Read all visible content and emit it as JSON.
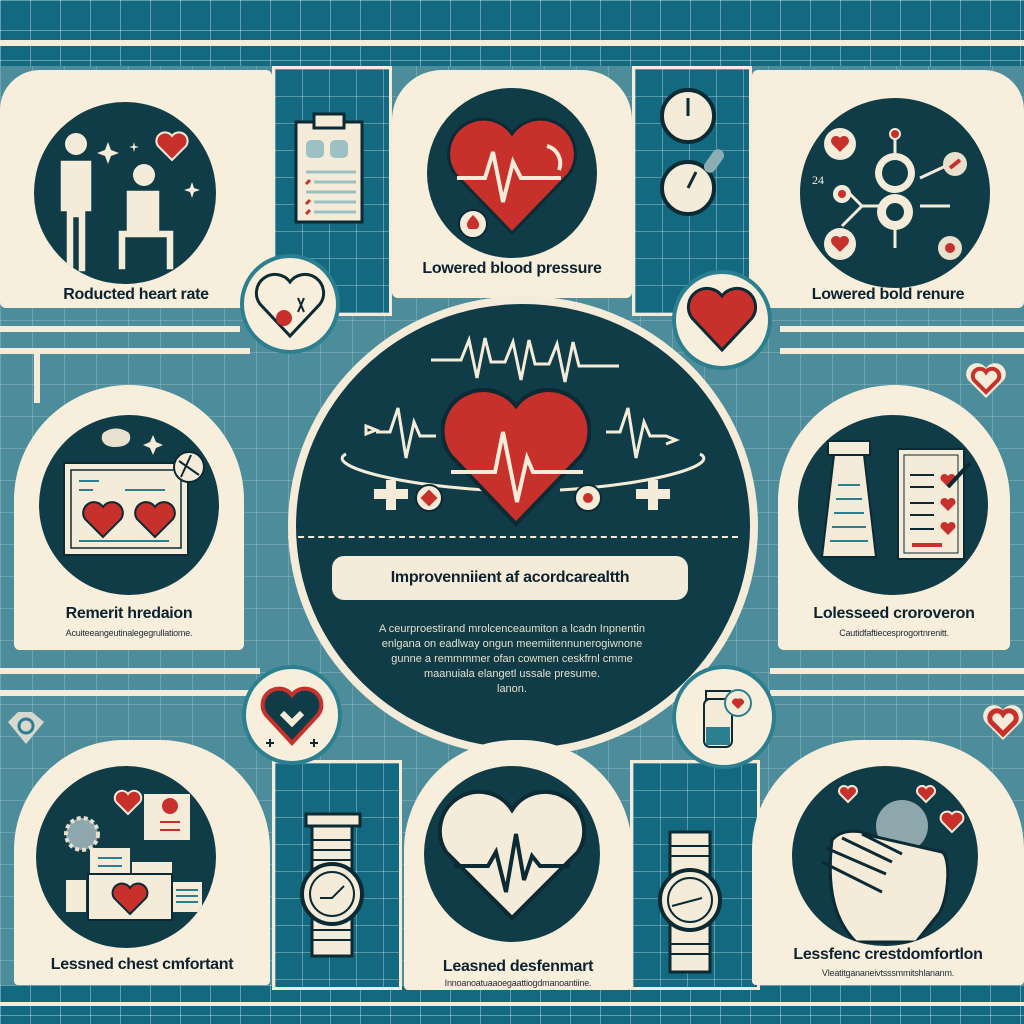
{
  "infographic": {
    "theme_colors": {
      "teal_dark": "#0f3c47",
      "teal_band": "#136a80",
      "teal_bg": "#4d8d9b",
      "cream": "#f7efdc",
      "heart_red": "#c8312b",
      "text_dark": "#0d2230"
    },
    "center": {
      "title": "Improvenniient af acordcarealtth",
      "paragraph_lines": [
        "A ceurproestirand mrolcenceaumiton a lcadn Inpnentin",
        "enlgana on eadlway ongun meemiitennunerogiwnone",
        "gunne a remmmmer ofan cowmen ceskfrnl cmme",
        "maanuiala elangetl ussale presume.",
        "lanon."
      ],
      "icons": [
        "ecg-line-icon",
        "heart-ecg-icon",
        "plus-icon",
        "badge-icon"
      ]
    },
    "cards": [
      {
        "id": "top-left",
        "title": "Roducted heart rate",
        "subtitle": "",
        "icon": "people-seated-heart-icon"
      },
      {
        "id": "top-center",
        "title": "Lowered blood pressure",
        "subtitle": "",
        "icon": "heart-ecg-icon"
      },
      {
        "id": "top-right",
        "title": "Lowered bold renure",
        "subtitle": "",
        "icon": "molecule-network-icon"
      },
      {
        "id": "middle-left",
        "title": "Remerit hredaion",
        "subtitle": "Acuiteeangeutinalegegrullatiome.",
        "icon": "monitor-hearts-icon"
      },
      {
        "id": "middle-right",
        "title": "Lolesseed croroveron",
        "subtitle": "Cautidfaftiecesprogortnrenitt.",
        "icon": "flask-checklist-icon"
      },
      {
        "id": "bottom-left",
        "title": "Lessned chest cmfortant",
        "subtitle": "",
        "icon": "documents-heart-icon"
      },
      {
        "id": "bottom-center",
        "title": "Leasned desfenmart",
        "subtitle": "Innoanoatuaaoegaattiogdmanoantiine.",
        "icon": "heart-outline-ecg-icon"
      },
      {
        "id": "bottom-right",
        "title": "Lessfenc crestdomfortlon",
        "subtitle": "Vleatitgananeivtsssmmitshlananm.",
        "icon": "hand-on-chest-icon"
      }
    ],
    "side_icons": [
      {
        "name": "clipboard-icon"
      },
      {
        "name": "clock-gauges-icon"
      },
      {
        "name": "wristwatch-icon"
      },
      {
        "name": "wristwatch-icon"
      },
      {
        "name": "broken-heart-badge-icon"
      },
      {
        "name": "heart-badge-icon"
      },
      {
        "name": "heart-check-badge-icon"
      },
      {
        "name": "vial-heart-badge-icon"
      }
    ]
  }
}
